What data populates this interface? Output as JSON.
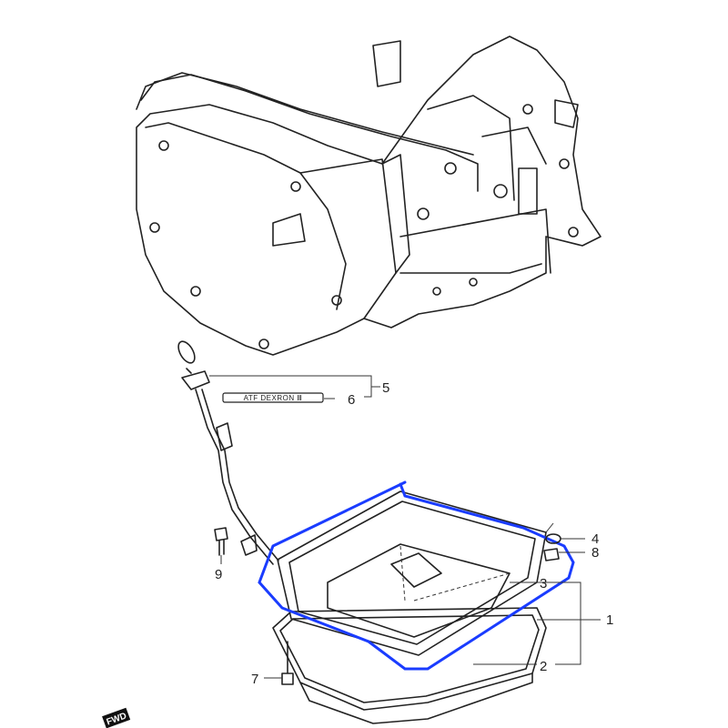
{
  "diagram": {
    "tag_label": "ATF  DEXRON  Ⅲ",
    "fwd_badge": "FWD",
    "callouts": [
      "1",
      "2",
      "3",
      "4",
      "5",
      "6",
      "7",
      "8",
      "9"
    ],
    "highlight_color": "#1a3cff"
  }
}
